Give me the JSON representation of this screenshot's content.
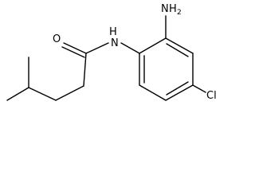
{
  "molecule": {
    "labels": {
      "oxygen": "O",
      "amide_nitrogen": "N",
      "amide_hydrogen": "H",
      "amino_nitrogen": "N",
      "amino_hydrogen": "H",
      "amino_subscript": "2",
      "chlorine": "Cl"
    }
  }
}
